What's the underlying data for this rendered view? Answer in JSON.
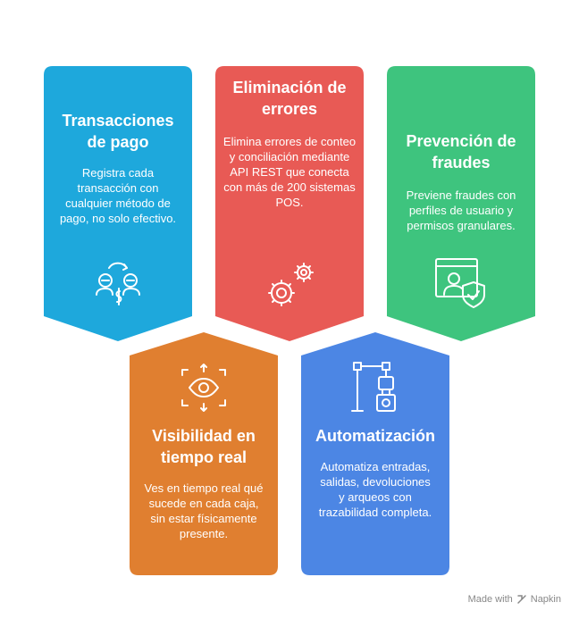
{
  "cards": [
    {
      "title": "Transacciones de pago",
      "description": "Registra cada transacción con cualquier método de pago, no solo efectivo.",
      "color": "#1ea8dc",
      "icon": "payment-exchange-icon"
    },
    {
      "title": "Eliminación de errores",
      "description": "Elimina errores de conteo y conciliación mediante API REST que conecta con más de 200 sistemas POS.",
      "color": "#e85a55",
      "icon": "gears-icon"
    },
    {
      "title": "Prevención de fraudes",
      "description": "Previene fraudes con perfiles de usuario y permisos granulares.",
      "color": "#3ec47e",
      "icon": "user-shield-icon"
    },
    {
      "title": "Visibilidad en tiempo real",
      "description": "Ves en tiempo real qué sucede en cada caja, sin estar físicamente presente.",
      "color": "#e07f30",
      "icon": "eye-focus-icon"
    },
    {
      "title": "Automatización",
      "description": "Automatiza entradas, salidas, devoluciones y arqueos con trazabilidad completa.",
      "color": "#4c86e4",
      "icon": "robot-arm-icon"
    }
  ],
  "footer": {
    "made_with": "Made with",
    "brand": "Napkin"
  }
}
